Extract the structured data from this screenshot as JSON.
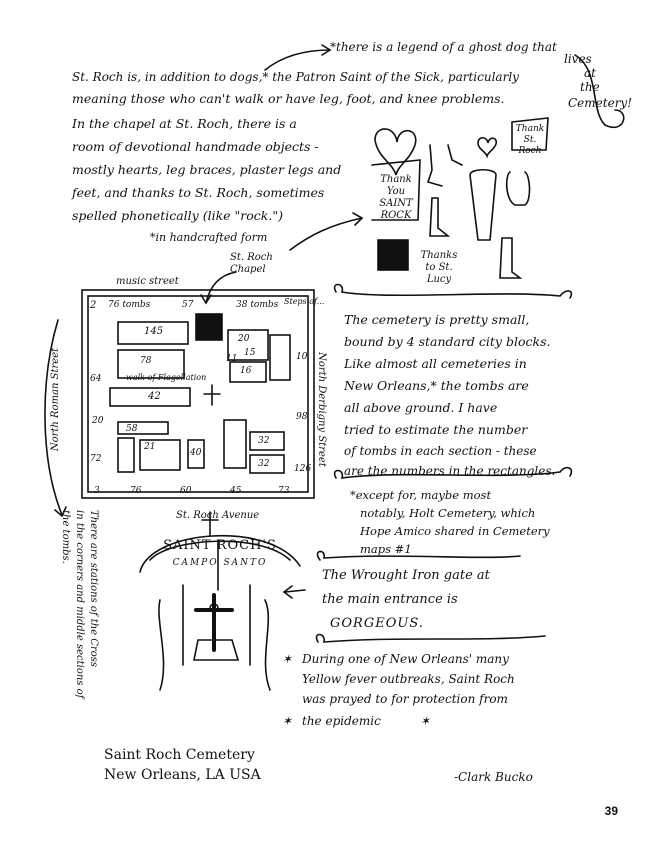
{
  "ghost_dog_note": [
    "*there is a legend of a ghost dog that",
    "lives",
    "at",
    "the",
    "Cemetery!"
  ],
  "intro": [
    "St. Roch is, in addition to dogs,* the Patron Saint of the Sick, particularly",
    "meaning those who can't walk or have leg, foot, and knee problems.",
    "In the chapel at St. Roch, there is a",
    "room of devotional handmade objects -",
    "mostly hearts, leg braces, plaster legs and",
    "feet, and thanks to St. Roch, sometimes",
    "spelled phonetically (like \"rock.\")",
    "*in handcrafted form"
  ],
  "offerings": {
    "thank_you": "Thank You SAINT ROCK",
    "thank_st_roch": "Thank St. Roch",
    "thanks_st_lucy": "Thanks to St. Lucy"
  },
  "map": {
    "music_street": "music street",
    "chapel": "St. Roch Chapel",
    "north_roman": "North Roman Street",
    "north_derbigny": "North Derbigny Street",
    "st_roch_avenue": "St. Roch Avenue",
    "walk": "walk of Flagellation",
    "top_row": [
      "76 tombs",
      "57",
      "38 tombs",
      "Steps of..."
    ],
    "bottom_row": [
      "3",
      "76",
      "60",
      "45",
      "73"
    ],
    "left_col": [
      "2",
      "64",
      "20",
      "72"
    ],
    "right_col": [
      "10",
      "98",
      "126"
    ],
    "blocks": [
      "145",
      "20",
      "15",
      "16",
      "11",
      "42",
      "58",
      "78",
      "21",
      "32",
      "32",
      "40"
    ]
  },
  "cemetery_text": [
    "The cemetery is pretty small,",
    "bound by 4 standard city blocks.",
    "Like almost all cemeteries in",
    "New Orleans,* the tombs are",
    "all above ground. I have",
    "tried to estimate the number",
    "of tombs in each section - these",
    "are the numbers in the rectangles."
  ],
  "except_note": [
    "*except for, maybe most",
    "notably, Holt Cemetery, which",
    "Hope Amico shared in Cemetery",
    "maps #1"
  ],
  "gate_sign": "SAINT ROCH'S",
  "gate_sub": "CAMPO SANTO",
  "gate_text": [
    "The Wrought Iron gate at",
    "the main entrance is",
    "GORGEOUS."
  ],
  "cross_text": [
    "There are stations of the Cross",
    "in the corners and middle sections of",
    "the tombs."
  ],
  "epidemic": [
    "During one of New Orleans' many",
    "Yellow fever outbreaks, Saint Roch",
    "was prayed to for protection from",
    "the epidemic"
  ],
  "location": [
    "Saint Roch Cemetery",
    "New Orleans, LA USA"
  ],
  "signature": "-Clark Bucko",
  "page_number": "39"
}
